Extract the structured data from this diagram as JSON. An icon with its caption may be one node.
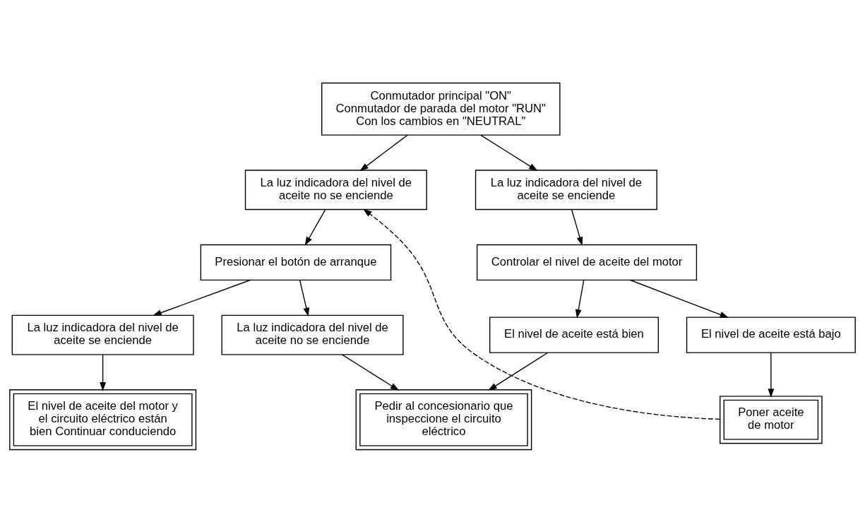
{
  "diagram": {
    "nodes": [
      {
        "text": [
          "Conmutador principal \"ON\"",
          "Conmutador de parada del motor \"RUN\"",
          "Con los cambios en \"NEUTRAL\""
        ]
      },
      {
        "text": [
          "La luz indicadora del nivel de aceite no se enciende"
        ]
      },
      {
        "text": [
          "La luz indicadora del nivel de aceite se enciende"
        ]
      },
      {
        "text": [
          "Presionar el botón de arranque"
        ]
      },
      {
        "text": [
          "Controlar el nivel de aceite del motor"
        ]
      },
      {
        "text": [
          "La luz indicadora del nivel de aceite se enciende"
        ]
      },
      {
        "text": [
          "La luz indicadora del nivel de aceite no se enciende"
        ]
      },
      {
        "text": [
          "El nivel de aceite está bien"
        ]
      },
      {
        "text": [
          "El nivel de aceite está bajo"
        ]
      },
      {
        "text": [
          "El nivel de aceite del motor y el circuito eléctrico están bien Continuar conduciendo"
        ]
      },
      {
        "text": [
          "Pedir al concesionario que inspeccione el circuito eléctrico"
        ]
      },
      {
        "text": [
          "Poner aceite de motor"
        ]
      }
    ],
    "edges": [
      {
        "from": 0,
        "to": 1,
        "arrow": "to"
      },
      {
        "from": 0,
        "to": 2,
        "arrow": "to"
      },
      {
        "from": 1,
        "to": 3,
        "arrow": "to"
      },
      {
        "from": 2,
        "to": 4,
        "arrow": "to"
      },
      {
        "from": 3,
        "to": 5,
        "arrow": "to"
      },
      {
        "from": 3,
        "to": 6,
        "arrow": "to"
      },
      {
        "from": 4,
        "to": 7,
        "arrow": "to"
      },
      {
        "from": 4,
        "to": 8,
        "arrow": "to"
      },
      {
        "from": 5,
        "to": 9,
        "arrow": "to"
      },
      {
        "from": 6,
        "to": 10,
        "arrow": "to"
      },
      {
        "from": 7,
        "to": 10,
        "arrow": "to"
      },
      {
        "from": 8,
        "to": 11,
        "arrow": "to"
      },
      {
        "from": 11,
        "to": 1,
        "arrow": "to",
        "style": "dashed"
      }
    ]
  }
}
